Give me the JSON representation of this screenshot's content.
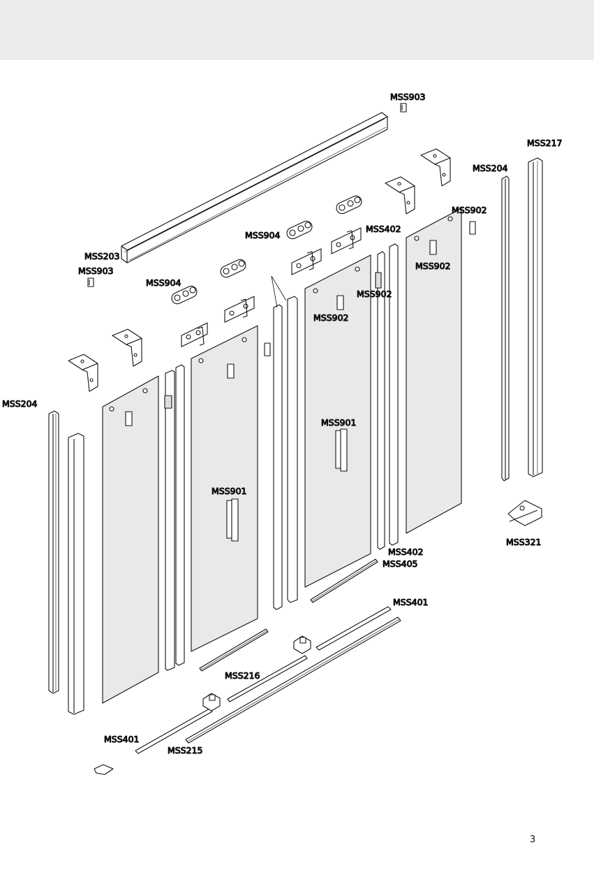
{
  "page_number": "3",
  "labels": {
    "mss903_top": "MSS903",
    "mss217": "MSS217",
    "mss204_right": "MSS204",
    "mss902_a": "MSS902",
    "mss402_top": "MSS402",
    "mss904_mid": "MSS904",
    "mss902_b": "MSS902",
    "mss203": "MSS203",
    "mss903_left": "MSS903",
    "mss904_left": "MSS904",
    "mss902_c": "MSS902",
    "mss902_d": "MSS902",
    "mss204_left": "MSS204",
    "mss901_right": "MSS901",
    "mss901_left": "MSS901",
    "mss402_bottom": "MSS402",
    "mss405": "MSS405",
    "mss321": "MSS321",
    "mss401_right": "MSS401",
    "mss216": "MSS216",
    "mss401_left": "MSS401",
    "mss215": "MSS215"
  }
}
